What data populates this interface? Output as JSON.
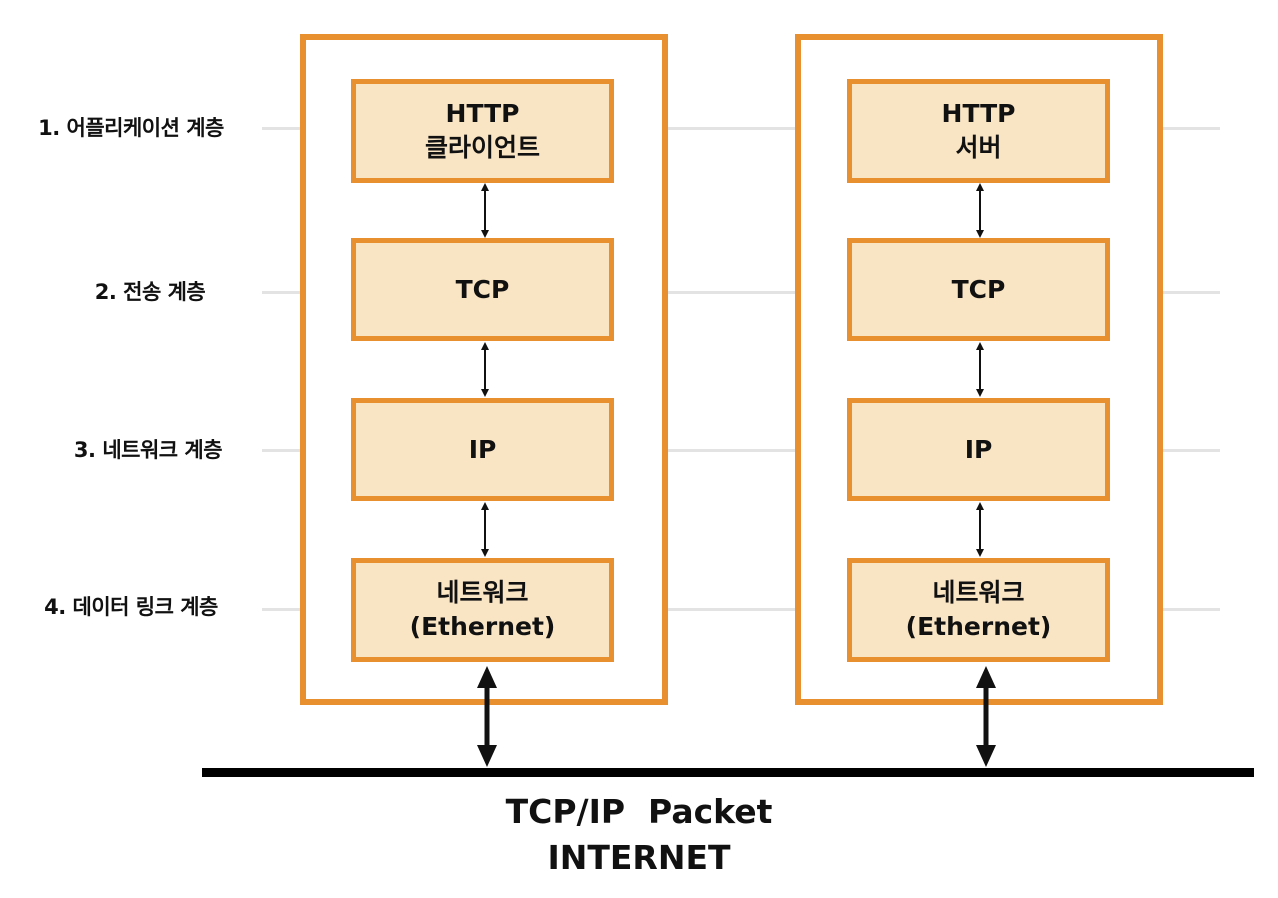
{
  "layers": [
    {
      "label": "1. 어플리케이션 계층"
    },
    {
      "label": "2. 전송 계층"
    },
    {
      "label": "3. 네트워크 계층"
    },
    {
      "label": "4. 데이터 링크 계층"
    }
  ],
  "hosts": [
    {
      "stack": [
        {
          "lines": [
            "HTTP",
            "클라이언트"
          ]
        },
        {
          "lines": [
            "TCP"
          ]
        },
        {
          "lines": [
            "IP"
          ]
        },
        {
          "lines": [
            "네트워크",
            "(Ethernet)"
          ]
        }
      ]
    },
    {
      "stack": [
        {
          "lines": [
            "HTTP",
            "서버"
          ]
        },
        {
          "lines": [
            "TCP"
          ]
        },
        {
          "lines": [
            "IP"
          ]
        },
        {
          "lines": [
            "네트워크",
            "(Ethernet)"
          ]
        }
      ]
    }
  ],
  "network": {
    "line1": "TCP/IP  Packet",
    "line2": "INTERNET"
  },
  "colors": {
    "accent": "#e8902f",
    "box_fill": "#f9e4c4",
    "guide_line": "#e3e3e3",
    "network_line": "#000000"
  }
}
